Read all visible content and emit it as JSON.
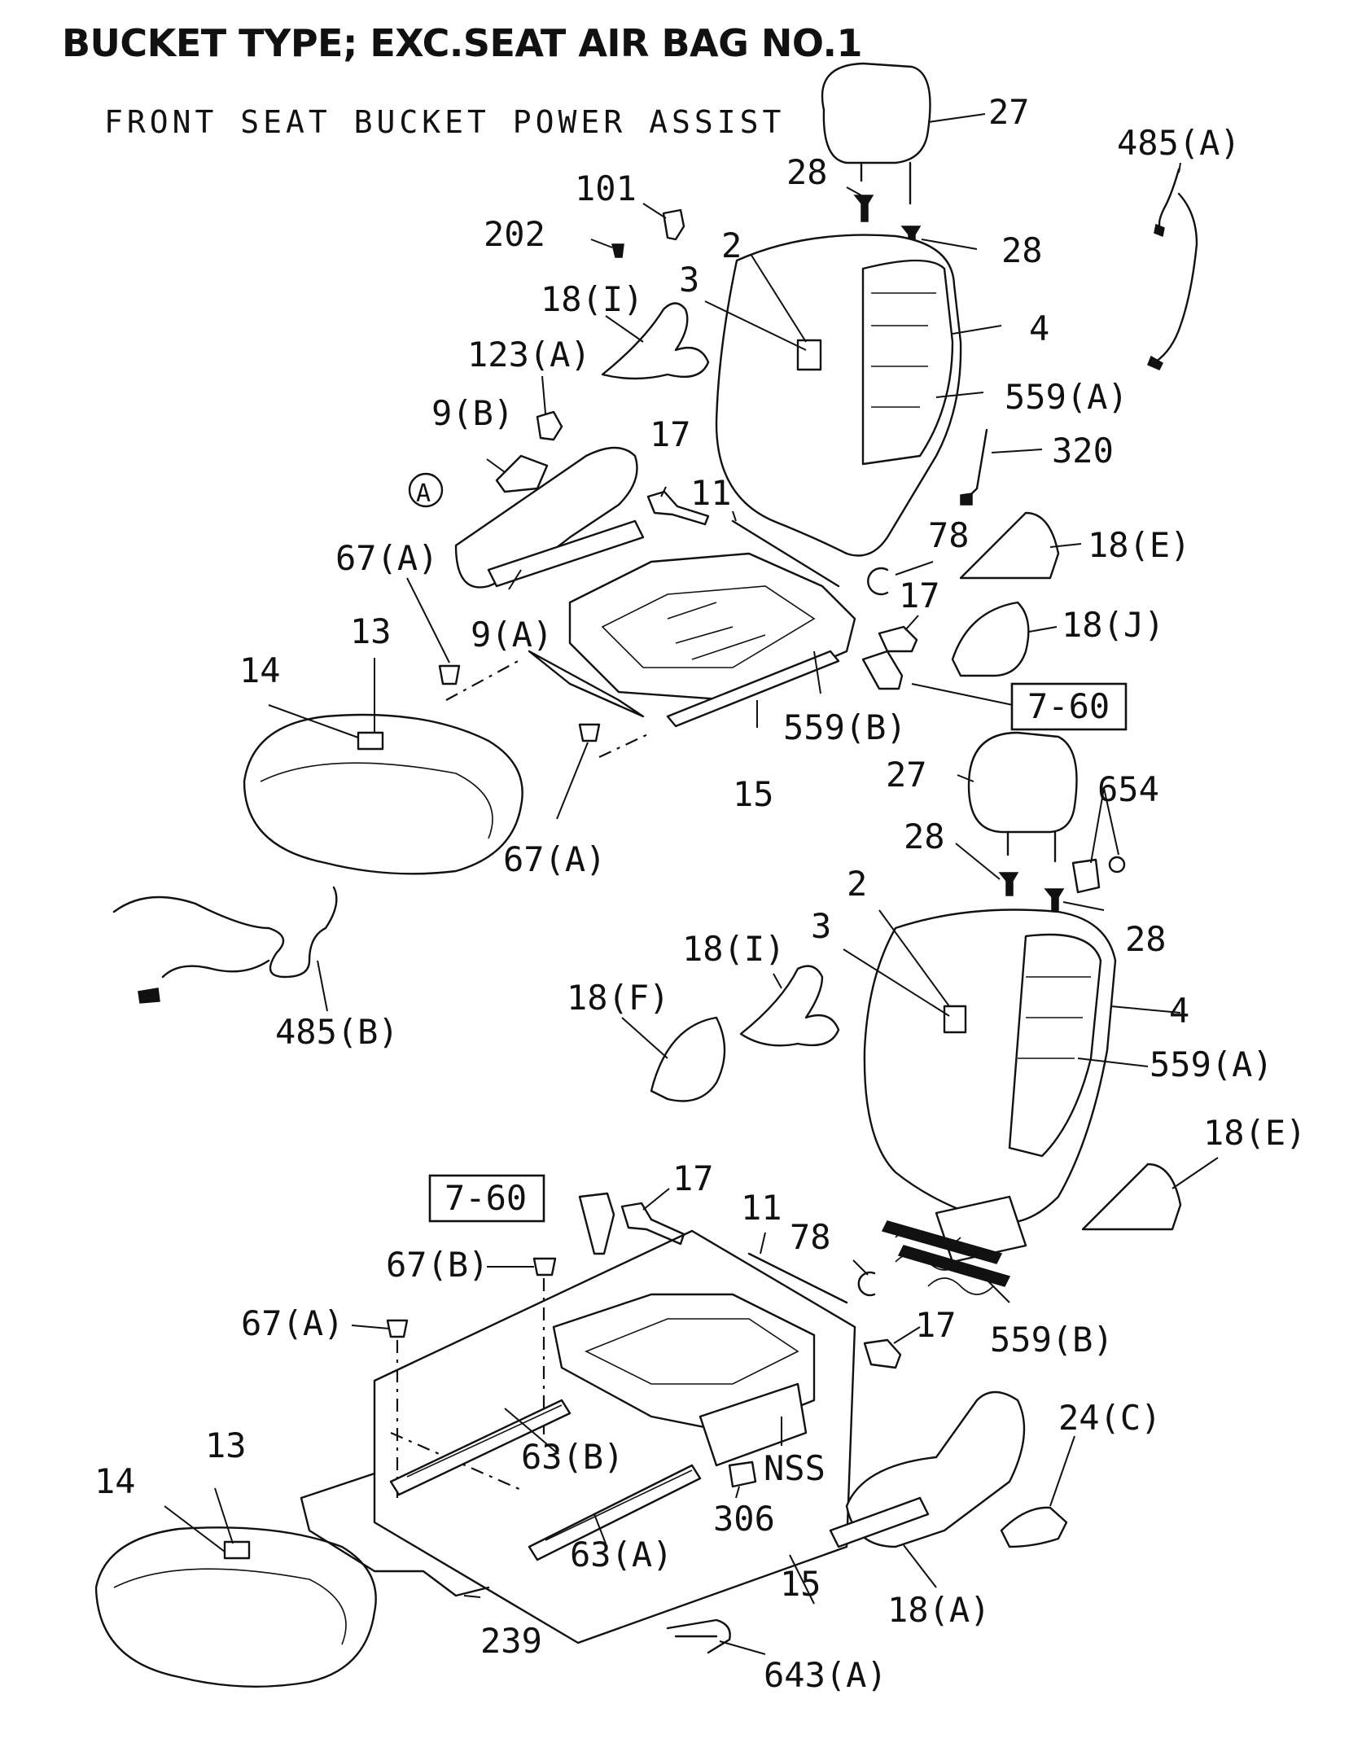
{
  "title": "BUCKET TYPE; EXC.SEAT AIR BAG NO.1",
  "subtitle": "FRONT SEAT BUCKET POWER ASSIST",
  "reference_boxes": [
    "7-60",
    "7-60"
  ],
  "circle_marker": "A",
  "callouts": [
    "27",
    "28",
    "28",
    "485(A)",
    "101",
    "202",
    "2",
    "3",
    "18(I)",
    "123(A)",
    "4",
    "559(A)",
    "320",
    "9(B)",
    "17",
    "11",
    "67(A)",
    "9(A)",
    "78",
    "18(E)",
    "17",
    "18(J)",
    "13",
    "14",
    "559(B)",
    "15",
    "67(A)",
    "27",
    "654",
    "28",
    "28",
    "485(B)",
    "2",
    "3",
    "18(I)",
    "4",
    "18(F)",
    "559(A)",
    "18(E)",
    "17",
    "11",
    "78",
    "67(B)",
    "67(A)",
    "17",
    "559(B)",
    "63(B)",
    "NSS",
    "24(C)",
    "13",
    "14",
    "306",
    "63(A)",
    "15",
    "18(A)",
    "239",
    "643(A)"
  ]
}
